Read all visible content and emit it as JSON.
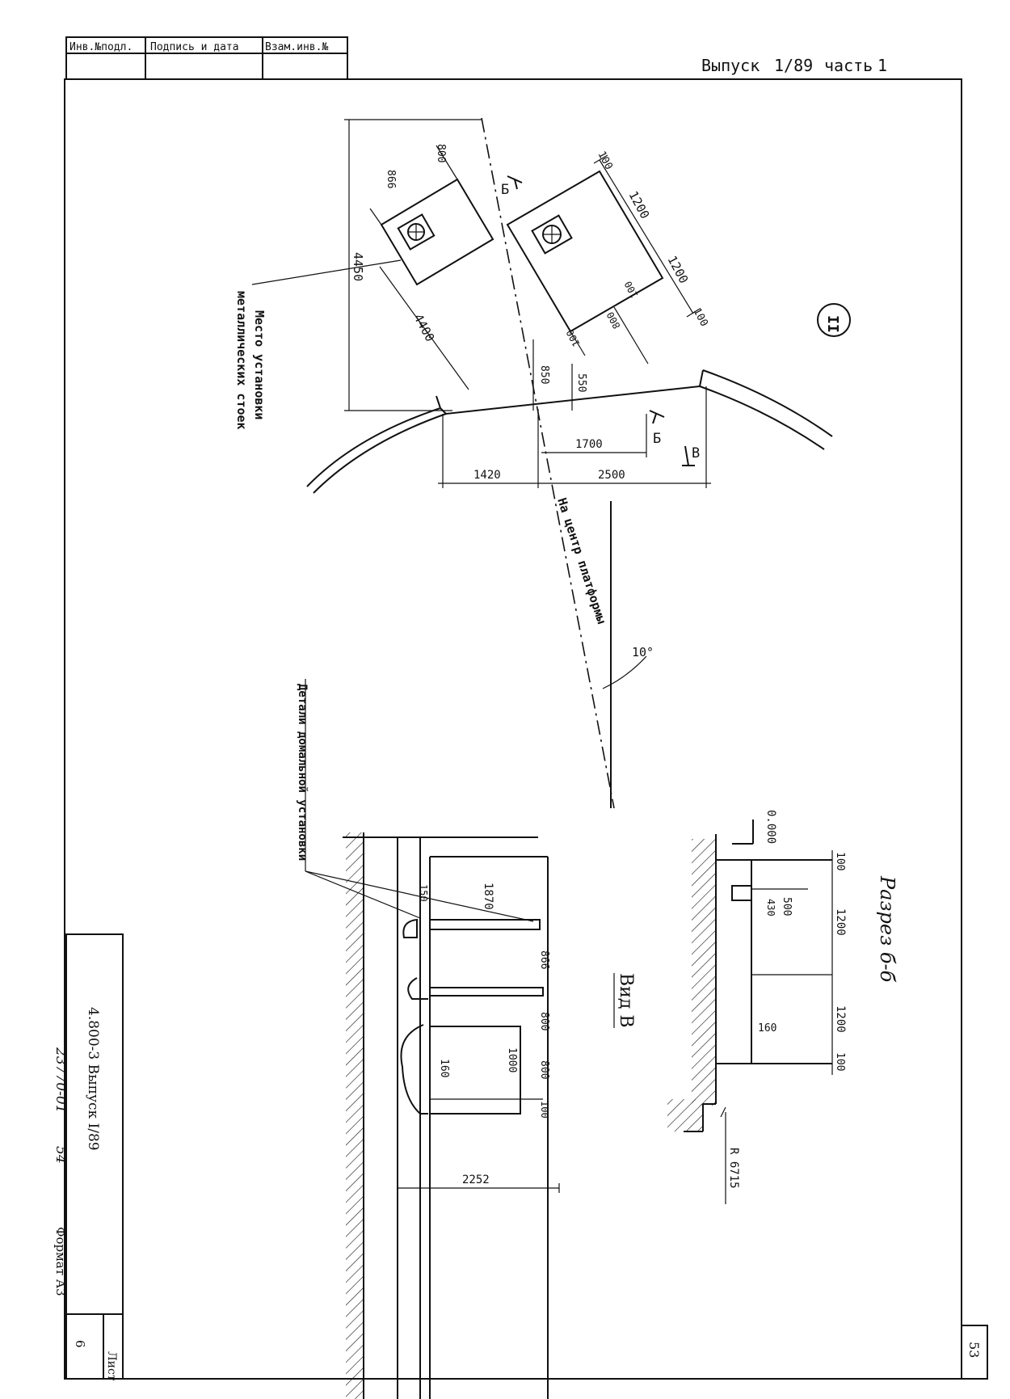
{
  "stamp": {
    "inv_podl": "Инв.№подл.",
    "podpis_data": "Подпись и дата",
    "vzam_inv": "Взам.инв.№"
  },
  "header": {
    "vypusk_label": "Выпуск",
    "vypusk_value": "1/89",
    "chast_label": "часть",
    "chast_value": "1"
  },
  "plan": {
    "roman_mark": "II",
    "section_mark_b": "Б",
    "view_mark_v": "В",
    "dims": {
      "d4450": "4450",
      "d800_top": "800",
      "d866": "866",
      "d4400": "4400",
      "d100_a": "100",
      "d1200_a": "1200",
      "d1200_b": "1200",
      "d100_b": "100",
      "d100_c": "100",
      "d800_mid": "800",
      "d100_d": "100",
      "d850": "850",
      "d550": "550",
      "d1700": "1700",
      "d1420": "1420",
      "d2500": "2500"
    },
    "angle": "10°",
    "leader_post": [
      "Место установки",
      "металлических стоек"
    ],
    "leader_center": "На центр платформы"
  },
  "view_v": {
    "title": "Вид В",
    "leader": "Детали домальной установки",
    "dims": {
      "d150": "150",
      "d1870": "1870",
      "d866": "866",
      "d800_a": "800",
      "d800_b": "800",
      "d100": "100",
      "d160": "160",
      "d1000": "1000",
      "d2252": "2252"
    }
  },
  "section_bb": {
    "title": "Разрез б-б",
    "level": "0.000",
    "dims": {
      "d100_a": "100",
      "d1200_a": "1200",
      "d1200_b": "1200",
      "d100_b": "100",
      "d500": "500",
      "d430": "430",
      "d160": "160"
    },
    "radius": "R 6715"
  },
  "title_block": {
    "code": "4.800-3  Выпуск I/89",
    "number": "23770-01",
    "page_small": "54",
    "format": "Формат А3",
    "list_label": "Лист",
    "list_value": "6"
  },
  "page_number": "53"
}
